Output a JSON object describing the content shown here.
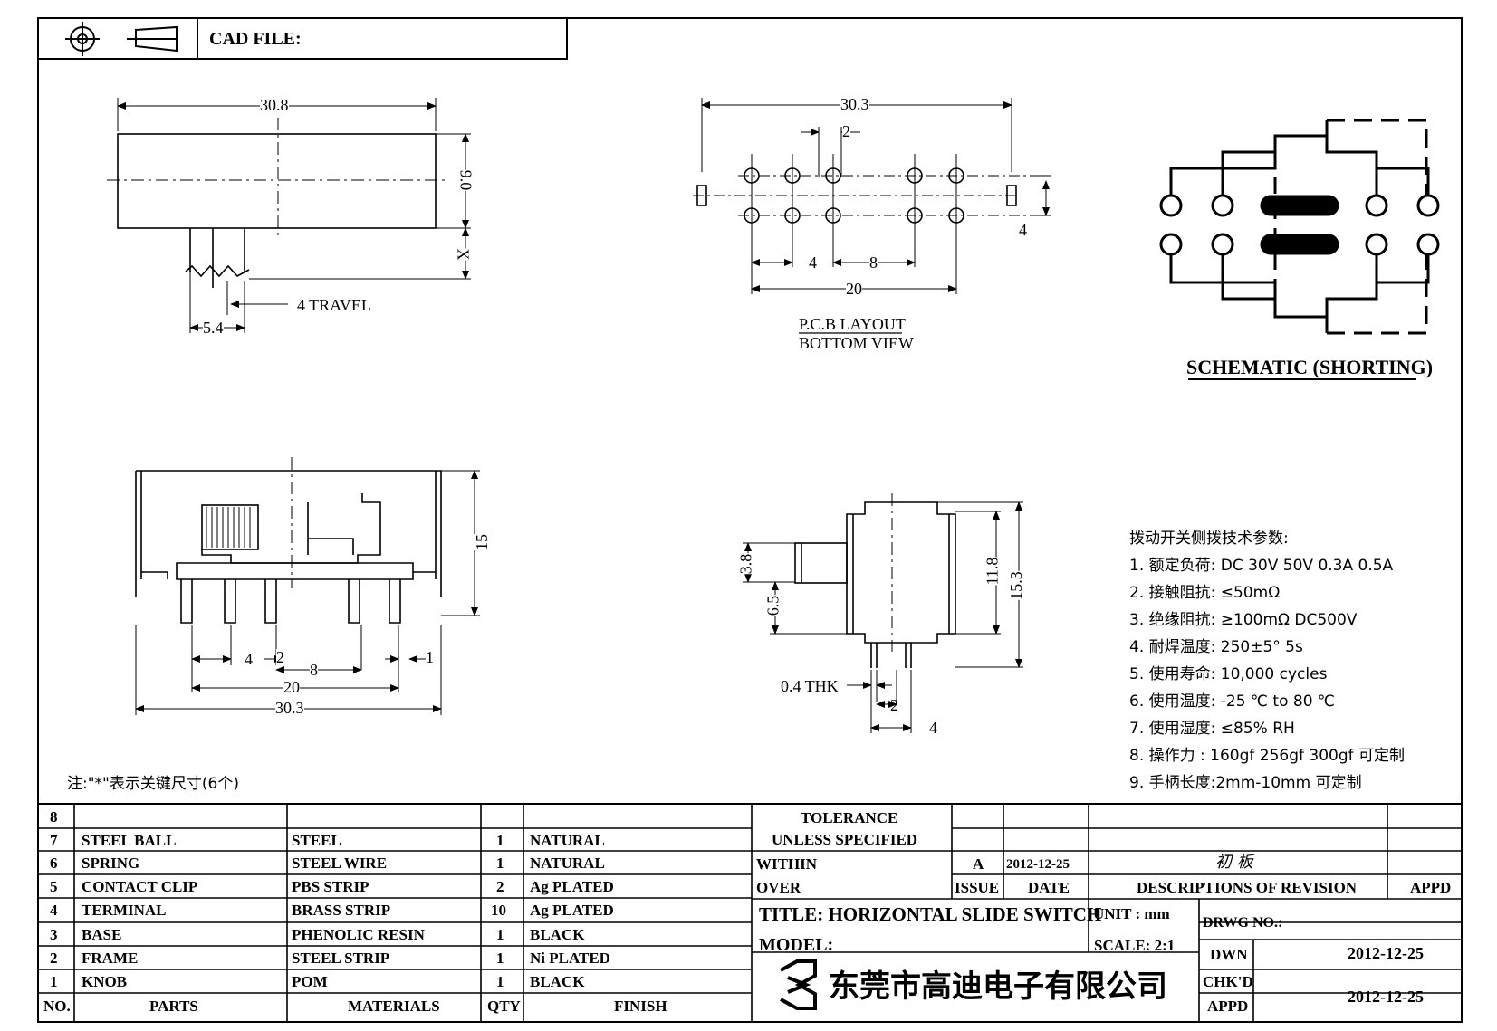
{
  "header": {
    "cad_file_label": "CAD FILE:"
  },
  "views": {
    "top": {
      "dim_width": "30.8",
      "dim_height": "9.0",
      "dim_x": "X",
      "dim_travel": "4 TRAVEL",
      "dim_offset": "5.4"
    },
    "pcb": {
      "dim_width": "30.3",
      "dim_pitch": "2",
      "dim_4": "4",
      "dim_8": "8",
      "dim_20": "20",
      "dim_side": "4",
      "caption_line1": "P.C.B LAYOUT",
      "caption_line2": "BOTTOM VIEW"
    },
    "schematic": {
      "title": "SCHEMATIC (SHORTING)"
    },
    "front": {
      "dim_15": "15",
      "dim_4": "4",
      "dim_2": "2",
      "dim_8": "8",
      "dim_1": "1",
      "dim_20": "20",
      "dim_30_3": "30.3",
      "note": "注:\"*\"表示关键尺寸(6个)"
    },
    "side": {
      "dim_3_8": "3.8",
      "dim_6_5": "6.5",
      "dim_11_8": "11.8",
      "dim_15_3": "15.3",
      "dim_thk": "0.4 THK",
      "dim_2": "2",
      "dim_4": "4"
    }
  },
  "specs": {
    "title": "拨动开关侧拨技术参数:",
    "items": [
      "1.  额定负荷: DC 30V    50V    0.3A    0.5A",
      "2.  接触阻抗: ≤50mΩ",
      "3.  绝缘阻抗: ≥100mΩ   DC500V",
      "4.  耐焊温度: 250±5°  5s",
      "5.  使用寿命: 10,000 cycles",
      "6.  使用温度: -25  ℃   to 80  ℃",
      "7.  使用湿度: ≤85% RH",
      "8.  操作力 : 160gf    256gf    300gf  可定制",
      "9.  手柄长度:2mm-10mm   可定制"
    ]
  },
  "bom": {
    "headers": {
      "no": "NO.",
      "parts": "PARTS",
      "materials": "MATERIALS",
      "qty": "QTY",
      "finish": "FINISH"
    },
    "rows": [
      {
        "no": "8",
        "part": "",
        "material": "",
        "qty": "",
        "finish": ""
      },
      {
        "no": "7",
        "part": "STEEL BALL",
        "material": "STEEL",
        "qty": "1",
        "finish": "NATURAL"
      },
      {
        "no": "6",
        "part": "SPRING",
        "material": "STEEL WIRE",
        "qty": "1",
        "finish": "NATURAL"
      },
      {
        "no": "5",
        "part": "CONTACT CLIP",
        "material": "PBS STRIP",
        "qty": "2",
        "finish": "Ag PLATED"
      },
      {
        "no": "4",
        "part": "TERMINAL",
        "material": "BRASS STRIP",
        "qty": "10",
        "finish": "Ag PLATED"
      },
      {
        "no": "3",
        "part": "BASE",
        "material": "PHENOLIC RESIN",
        "qty": "1",
        "finish": "BLACK"
      },
      {
        "no": "2",
        "part": "FRAME",
        "material": "STEEL STRIP",
        "qty": "1",
        "finish": "Ni PLATED"
      },
      {
        "no": "1",
        "part": "KNOB",
        "material": "POM",
        "qty": "1",
        "finish": "BLACK"
      }
    ]
  },
  "title_block": {
    "tolerance_line1": "TOLERANCE",
    "tolerance_line2": "UNLESS   SPECIFIED",
    "within": "WITHIN",
    "over": "OVER",
    "rev": "A",
    "rev_date": "2012-12-25",
    "rev_desc": "初 板",
    "issue": "ISSUE",
    "date": "DATE",
    "descriptions": "DESCRIPTIONS  OF  REVISION",
    "appd_header": "APPD",
    "title": "TITLE:  HORIZONTAL  SLIDE  SWITCH",
    "unit": "UNIT : mm",
    "drwg_no": "DRWG  NO.:",
    "model": "MODEL:",
    "scale": "SCALE:  2:1",
    "dwn": "DWN",
    "dwn_date": "2012-12-25",
    "chkd": "CHK'D",
    "chkd_date": "2012-12-25",
    "appd": "APPD",
    "company": "东莞市高迪电子有限公司"
  }
}
